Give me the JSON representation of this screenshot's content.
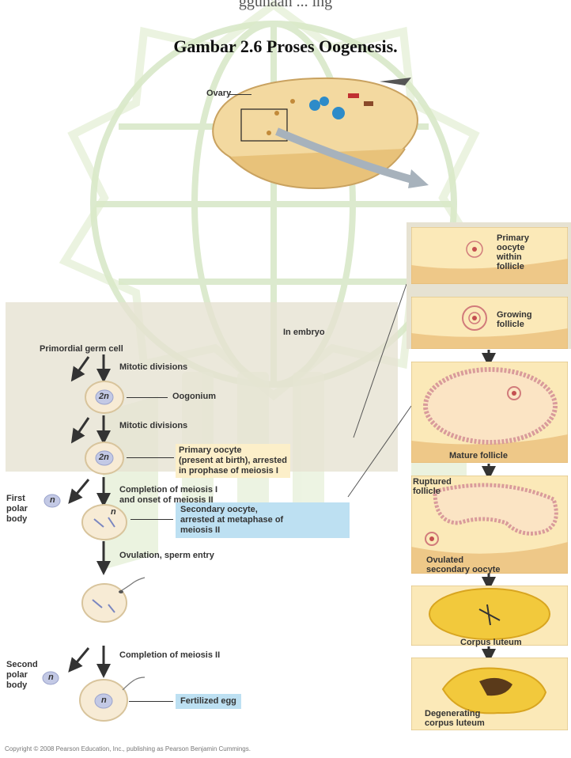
{
  "page_top_text": "ggunaan ... ing",
  "figure_title": "Gambar 2.6 Proses Oogenesis.",
  "ovary_label": "Ovary",
  "in_embryo_label": "In embryo",
  "flow": {
    "primordial": "Primordial germ cell",
    "mitotic1": "Mitotic divisions",
    "oogonium": "Oogonium",
    "mitotic2": "Mitotic divisions",
    "primary_oocyte": "Primary oocyte\n(present at birth), arrested\nin prophase of meiosis I",
    "meiosis1": "Completion of meiosis I\nand onset of meiosis II",
    "first_polar": "First\npolar\nbody",
    "secondary_oocyte": "Secondary oocyte,\narrested at metaphase of\nmeiosis II",
    "ovulation": "Ovulation, sperm entry",
    "meiosis2": "Completion of meiosis II",
    "second_polar": "Second\npolar\nbody",
    "fertilized": "Fertilized egg",
    "ploidy_2n": "2n",
    "ploidy_n": "n"
  },
  "panels": {
    "p1": "Primary\noocyte\nwithin\nfollicle",
    "p2": "Growing\nfollicle",
    "p3": "Mature follicle",
    "p4a": "Ruptured\nfollicle",
    "p4b": "Ovulated\nsecondary oocyte",
    "p5": "Corpus luteum",
    "p6": "Degenerating\ncorpus luteum"
  },
  "copyright": "Copyright © 2008 Pearson Education, Inc., publishing as Pearson Benjamin Cummings."
}
